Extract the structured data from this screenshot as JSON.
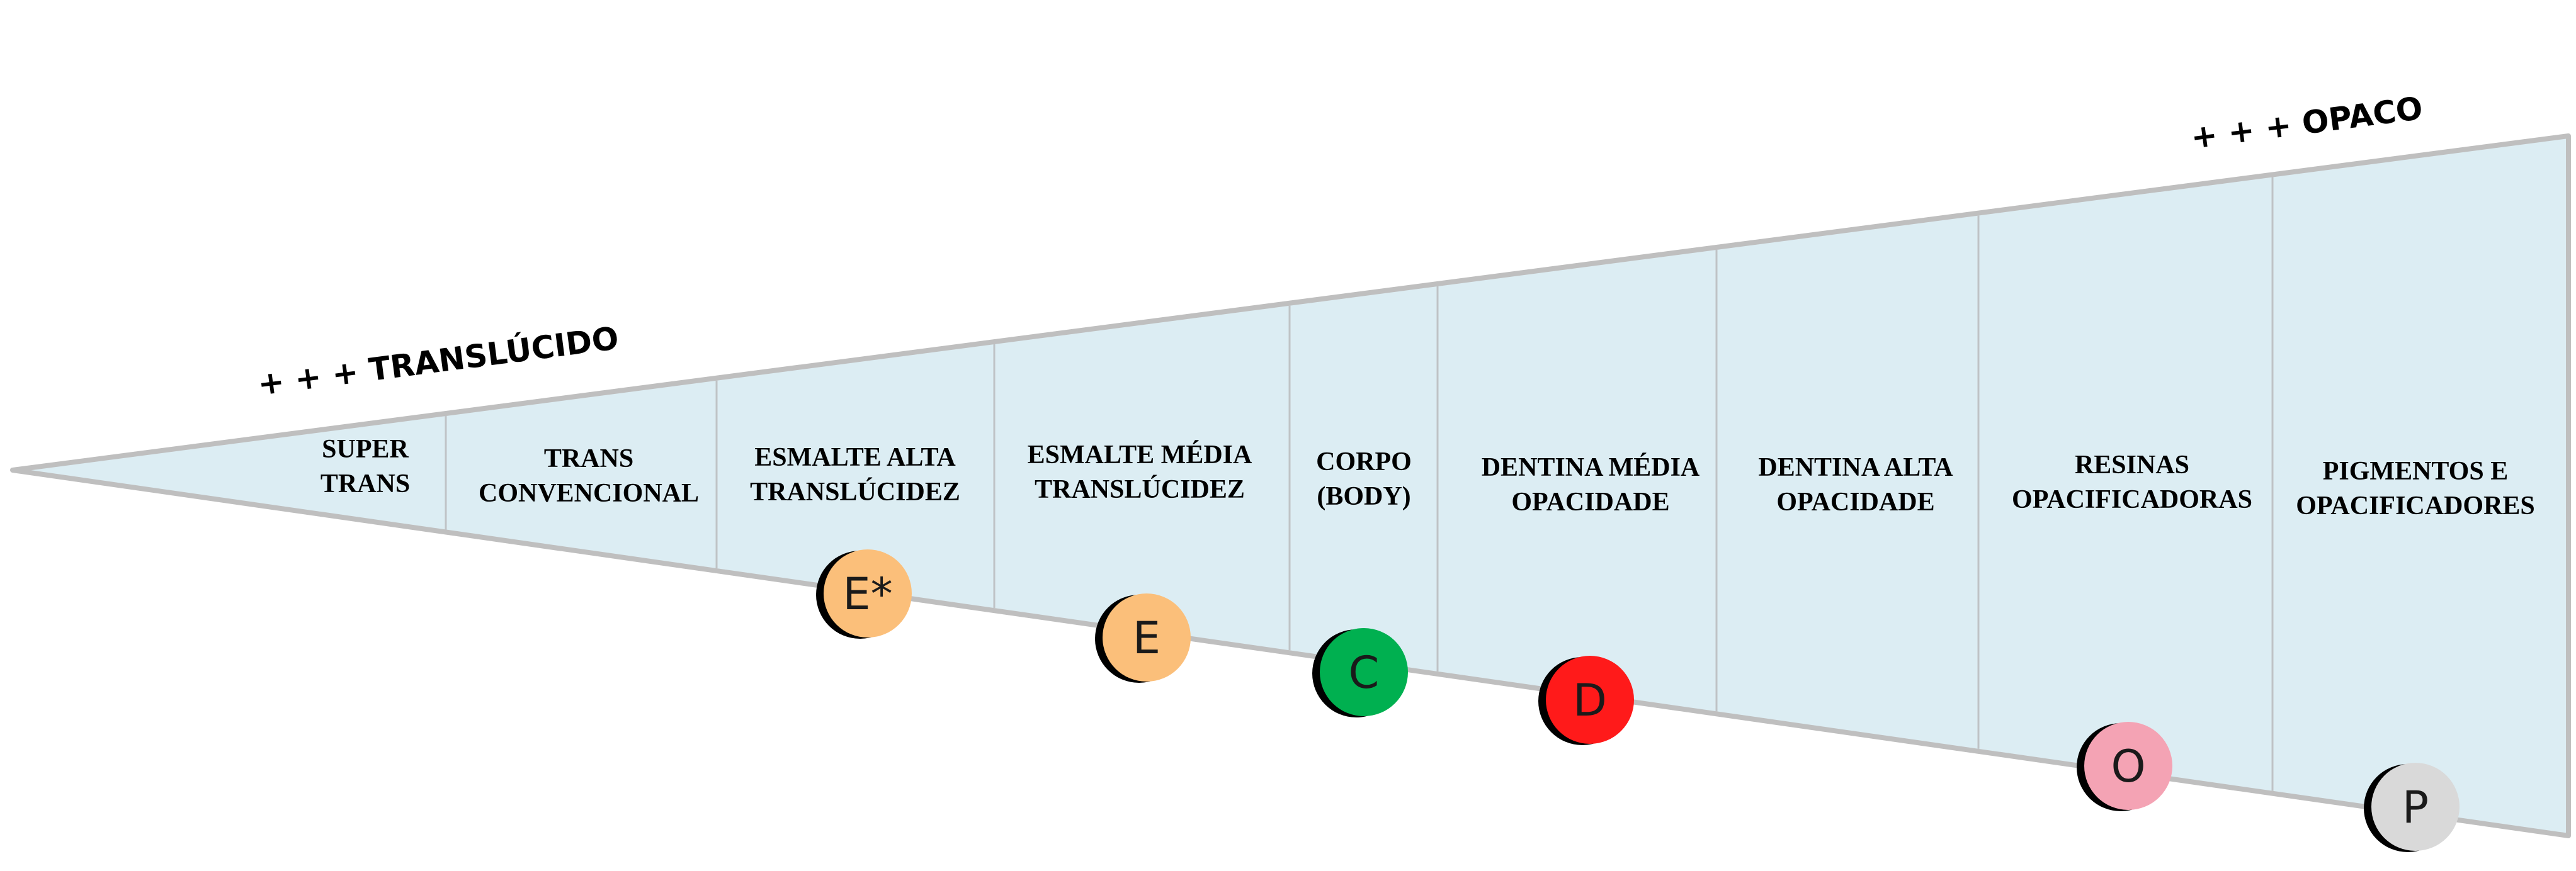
{
  "labels": {
    "translucent_end": "+ + + TRANSLÚCIDO",
    "opaque_end": "+ + + OPACO"
  },
  "segments": [
    {
      "lines": [
        "SUPER",
        "TRANS"
      ]
    },
    {
      "lines": [
        "TRANS",
        "CONVENCIONAL"
      ]
    },
    {
      "lines": [
        "ESMALTE ALTA",
        "TRANSLÚCIDEZ"
      ]
    },
    {
      "lines": [
        "ESMALTE MÉDIA",
        "TRANSLÚCIDEZ"
      ]
    },
    {
      "lines": [
        "CORPO",
        "(BODY)"
      ]
    },
    {
      "lines": [
        "DENTINA MÉDIA",
        "OPACIDADE"
      ]
    },
    {
      "lines": [
        "DENTINA ALTA",
        "OPACIDADE"
      ]
    },
    {
      "lines": [
        "RESINAS",
        "OPACIFICADORAS"
      ]
    },
    {
      "lines": [
        "PIGMENTOS E",
        "OPACIFICADORES"
      ]
    }
  ],
  "badges": [
    {
      "letter": "E*",
      "color": "#fbbf7a"
    },
    {
      "letter": "E",
      "color": "#fbbf7a"
    },
    {
      "letter": "C",
      "color": "#00b050"
    },
    {
      "letter": "D",
      "color": "#ff1a1a"
    },
    {
      "letter": "O",
      "color": "#f4a3b4"
    },
    {
      "letter": "P",
      "color": "#d9d9d9"
    }
  ],
  "colors": {
    "wedge_fill": "#dcedf3",
    "wedge_stroke": "#bfbfbf",
    "divider": "#bfc3c6",
    "badge_shadow": "#000000"
  }
}
